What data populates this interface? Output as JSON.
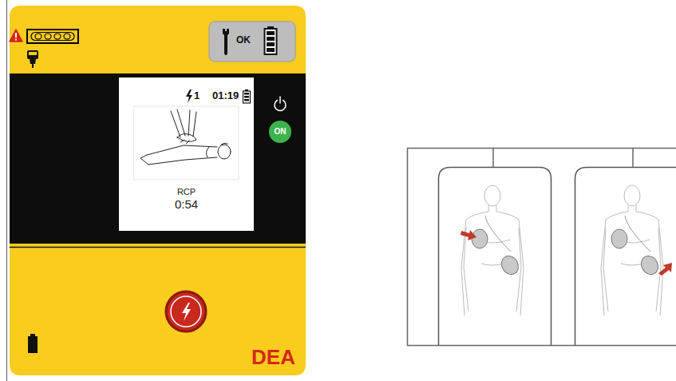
{
  "diagram": {
    "nodes": [
      {
        "text": [
          "DEA"
        ]
      },
      {
        "text": [
          "OK"
        ],
        "in": 0
      },
      {
        "text": [
          "1",
          "01:19",
          "RCP",
          "0:54"
        ],
        "in": 0
      },
      {
        "text": [
          "ON"
        ],
        "in": 0
      }
    ]
  }
}
